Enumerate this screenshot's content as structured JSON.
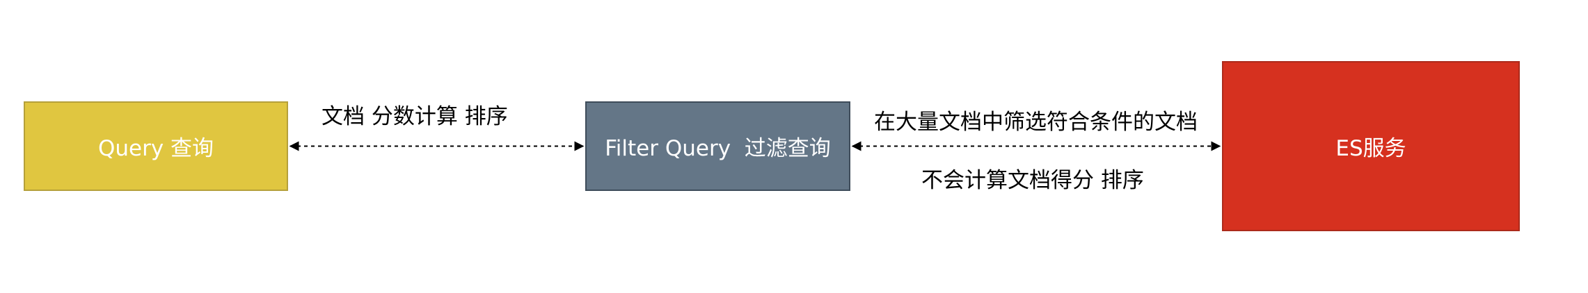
{
  "nodes": {
    "query": "Query 查询",
    "filter": "Filter Query  过滤查询",
    "es": "ES服务"
  },
  "edge_labels": {
    "query_filter": "文档 分数计算 排序",
    "filter_es_top": "在大量文档中筛选符合条件的文档",
    "filter_es_bottom": "不会计算文档得分 排序"
  },
  "colors": {
    "query_fill": "#e0c640",
    "filter_fill": "#647687",
    "es_fill": "#d6311f",
    "connector": "#000000"
  }
}
